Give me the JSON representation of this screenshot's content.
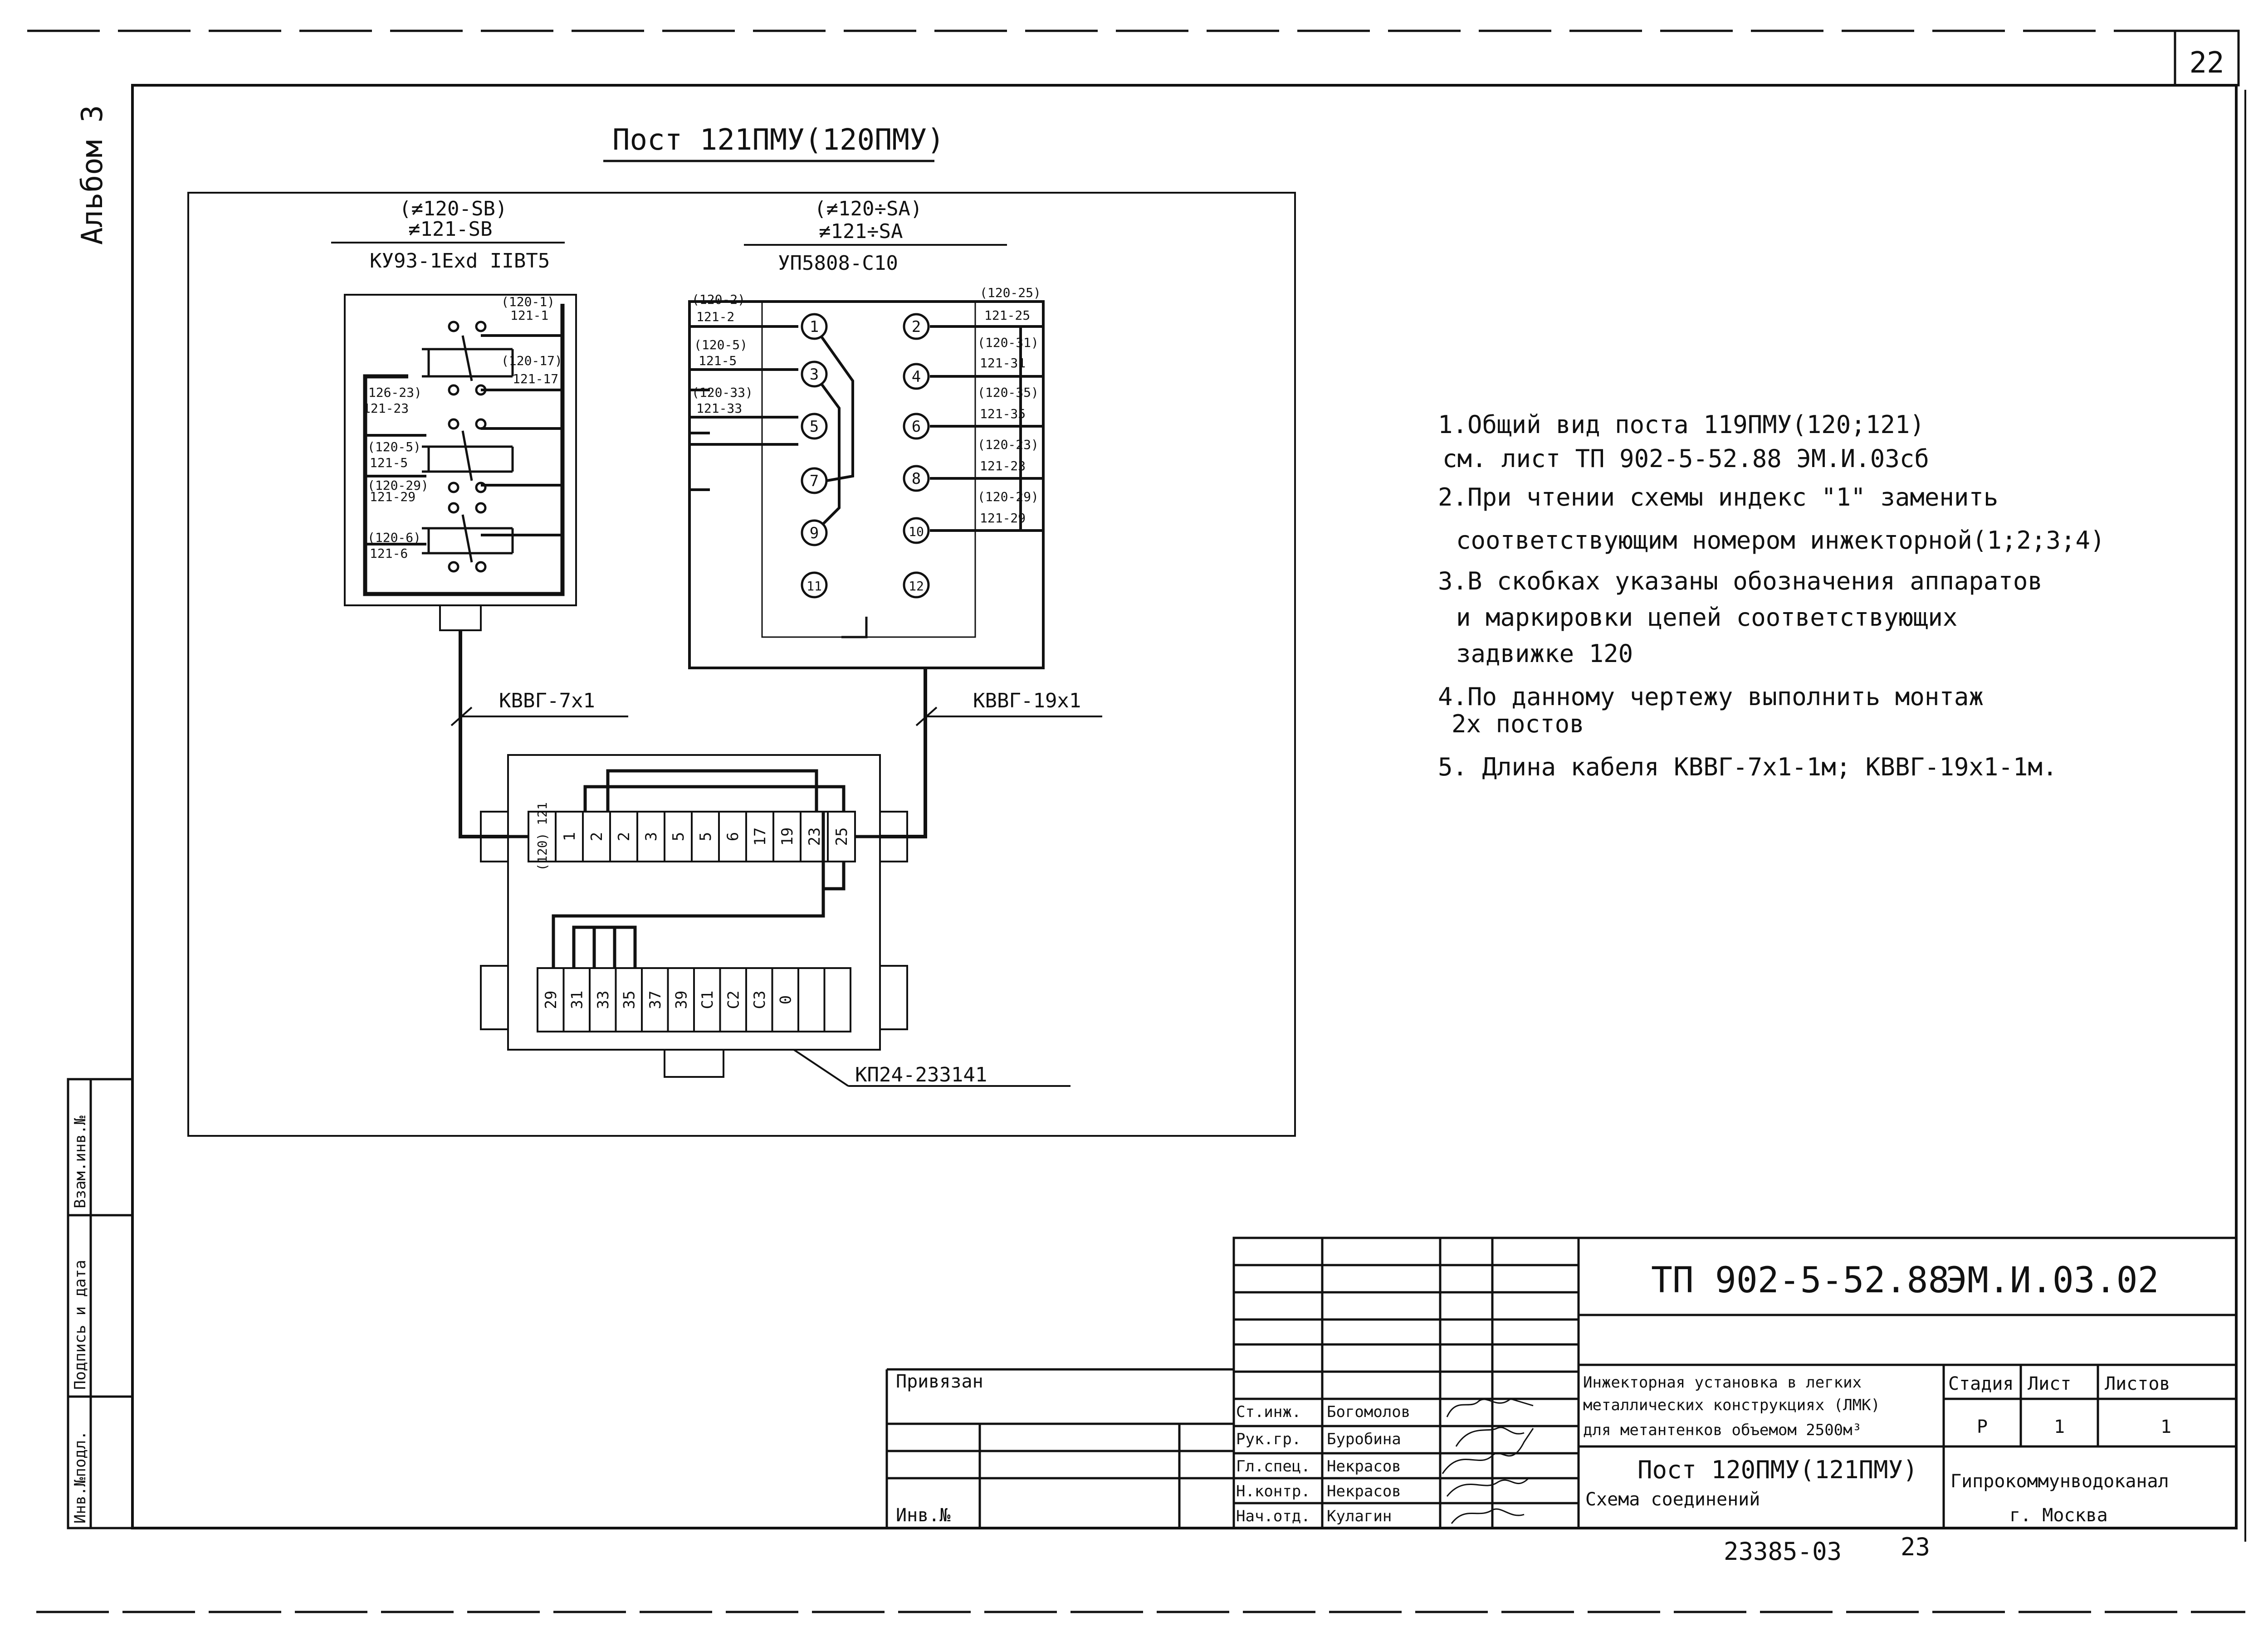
{
  "sheet_number": "22",
  "album_label": "Альбом 3",
  "post_title": "Пост 121ПМУ(120ПМУ)",
  "left_device": {
    "code_top": "(≠120-SB)",
    "code_bottom": "≠121-SB",
    "model": "КУ93-1Exd IIВТ5",
    "labels": [
      "(120-1)",
      "121-1",
      "(120-17)",
      "121-17",
      "(126-23)",
      "121-23",
      "(120-5)",
      "121-5",
      "(120-29)",
      "121-29",
      "(120-6)",
      "121-6"
    ]
  },
  "right_device": {
    "code_top": "(≠120÷SA)",
    "code_bottom": "≠121÷SA",
    "model": "УП5808-С10",
    "left_labels": [
      {
        "top": "(120-2)",
        "bottom": "121-2"
      },
      {
        "top": "(120-5)",
        "bottom": "121-5"
      },
      {
        "top": "(120-33)",
        "bottom": "121-33"
      }
    ],
    "right_labels": [
      {
        "top": "(120-25)",
        "bottom": "121-25"
      },
      {
        "top": "(120-31)",
        "bottom": "121-31"
      },
      {
        "top": "(120-35)",
        "bottom": "121-35"
      },
      {
        "top": "(120-23)",
        "bottom": "121-23"
      },
      {
        "top": "(120-29)",
        "bottom": "121-29"
      }
    ],
    "contacts": [
      "1",
      "2",
      "3",
      "4",
      "5",
      "6",
      "7",
      "8",
      "9",
      "10",
      "11",
      "12"
    ]
  },
  "cable_left": "КВВГ-7х1",
  "cable_right": "КВВГ-19х1",
  "junction_box": {
    "model": "КП24-233141",
    "top_header": "(120)\n121",
    "top_terminals": [
      "1",
      "2",
      "2",
      "3",
      "5",
      "5",
      "6",
      "17",
      "19",
      "23",
      "25"
    ],
    "bottom_terminals": [
      "29",
      "31",
      "33",
      "35",
      "37",
      "39",
      "С1",
      "С2",
      "С3",
      "0"
    ]
  },
  "notes": [
    "1.Общий вид поста  119ПМУ(120;121)",
    "см. лист ТП 902-5-52.88  ЭМ.И.03сб",
    "2.При чтении схемы индекс \"1\" заменить",
    "соответствующим номером инжекторной(1;2;3;4)",
    "3.В скобках указаны обозначения аппаратов",
    "и маркировки цепей соответствующих",
    "задвижке 120",
    "4.По данному чертежу выполнить монтаж",
    "2х постов",
    "5. Длина кабеля КВВГ-7х1-1м; КВВГ-19х1-1м."
  ],
  "side_stamp": {
    "inv_podl": "Инв.№подл.",
    "podpis": "Подпись и дата",
    "vzam": "Взам.инв.№"
  },
  "title_block": {
    "doc_code": "ТП 902-5-52.88",
    "sheet_code": "ЭМ.И.03.02",
    "privyazan": "Привязан",
    "inv_no": "Инв.№",
    "roles": [
      {
        "role": "Ст.инж.",
        "name": "Богомолов"
      },
      {
        "role": "Рук.гр.",
        "name": "Буробина"
      },
      {
        "role": "Гл.спец.",
        "name": "Некрасов"
      },
      {
        "role": "Н.контр.",
        "name": "Некрасов"
      },
      {
        "role": "Нач.отд.",
        "name": "Кулагин"
      }
    ],
    "project_title": [
      "Инжекторная установка в легких",
      "металлических конструкциях (ЛМК)",
      "для метантенков объемом 2500м³"
    ],
    "stage_header": "Стадия",
    "sheet_header": "Лист",
    "sheets_header": "Листов",
    "stage": "Р",
    "sheet": "1",
    "sheets": "1",
    "drawing_title": [
      "Пост 120ПМУ(121ПМУ)",
      "Схема соединений"
    ],
    "org": [
      "Гипрокоммунводоканал",
      "г. Москва"
    ]
  },
  "footer": {
    "archive_no": "23385-03",
    "page": "23"
  }
}
